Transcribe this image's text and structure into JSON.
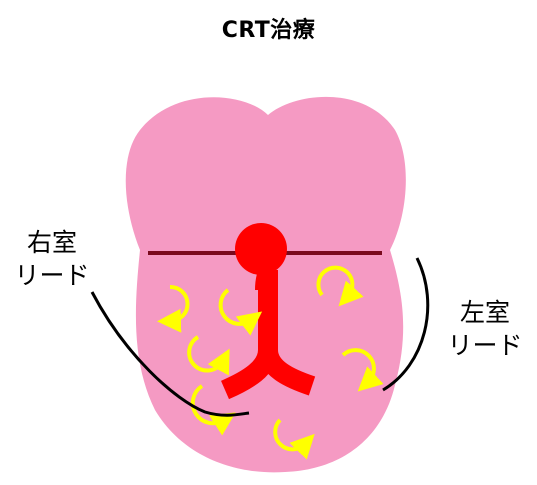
{
  "title": "CRT治療",
  "labels": {
    "right_ventricle_lead": [
      "右室",
      "リード"
    ],
    "left_ventricle_lead": [
      "左室",
      "リード"
    ]
  },
  "colors": {
    "heart": "#f59ac3",
    "septum_line": "#7a0a1e",
    "conduction": "#ff0000",
    "swirl": "#ffff00",
    "lead_wire": "#000000"
  },
  "icons": {
    "swirl": "clockwise-arrow-circle"
  }
}
